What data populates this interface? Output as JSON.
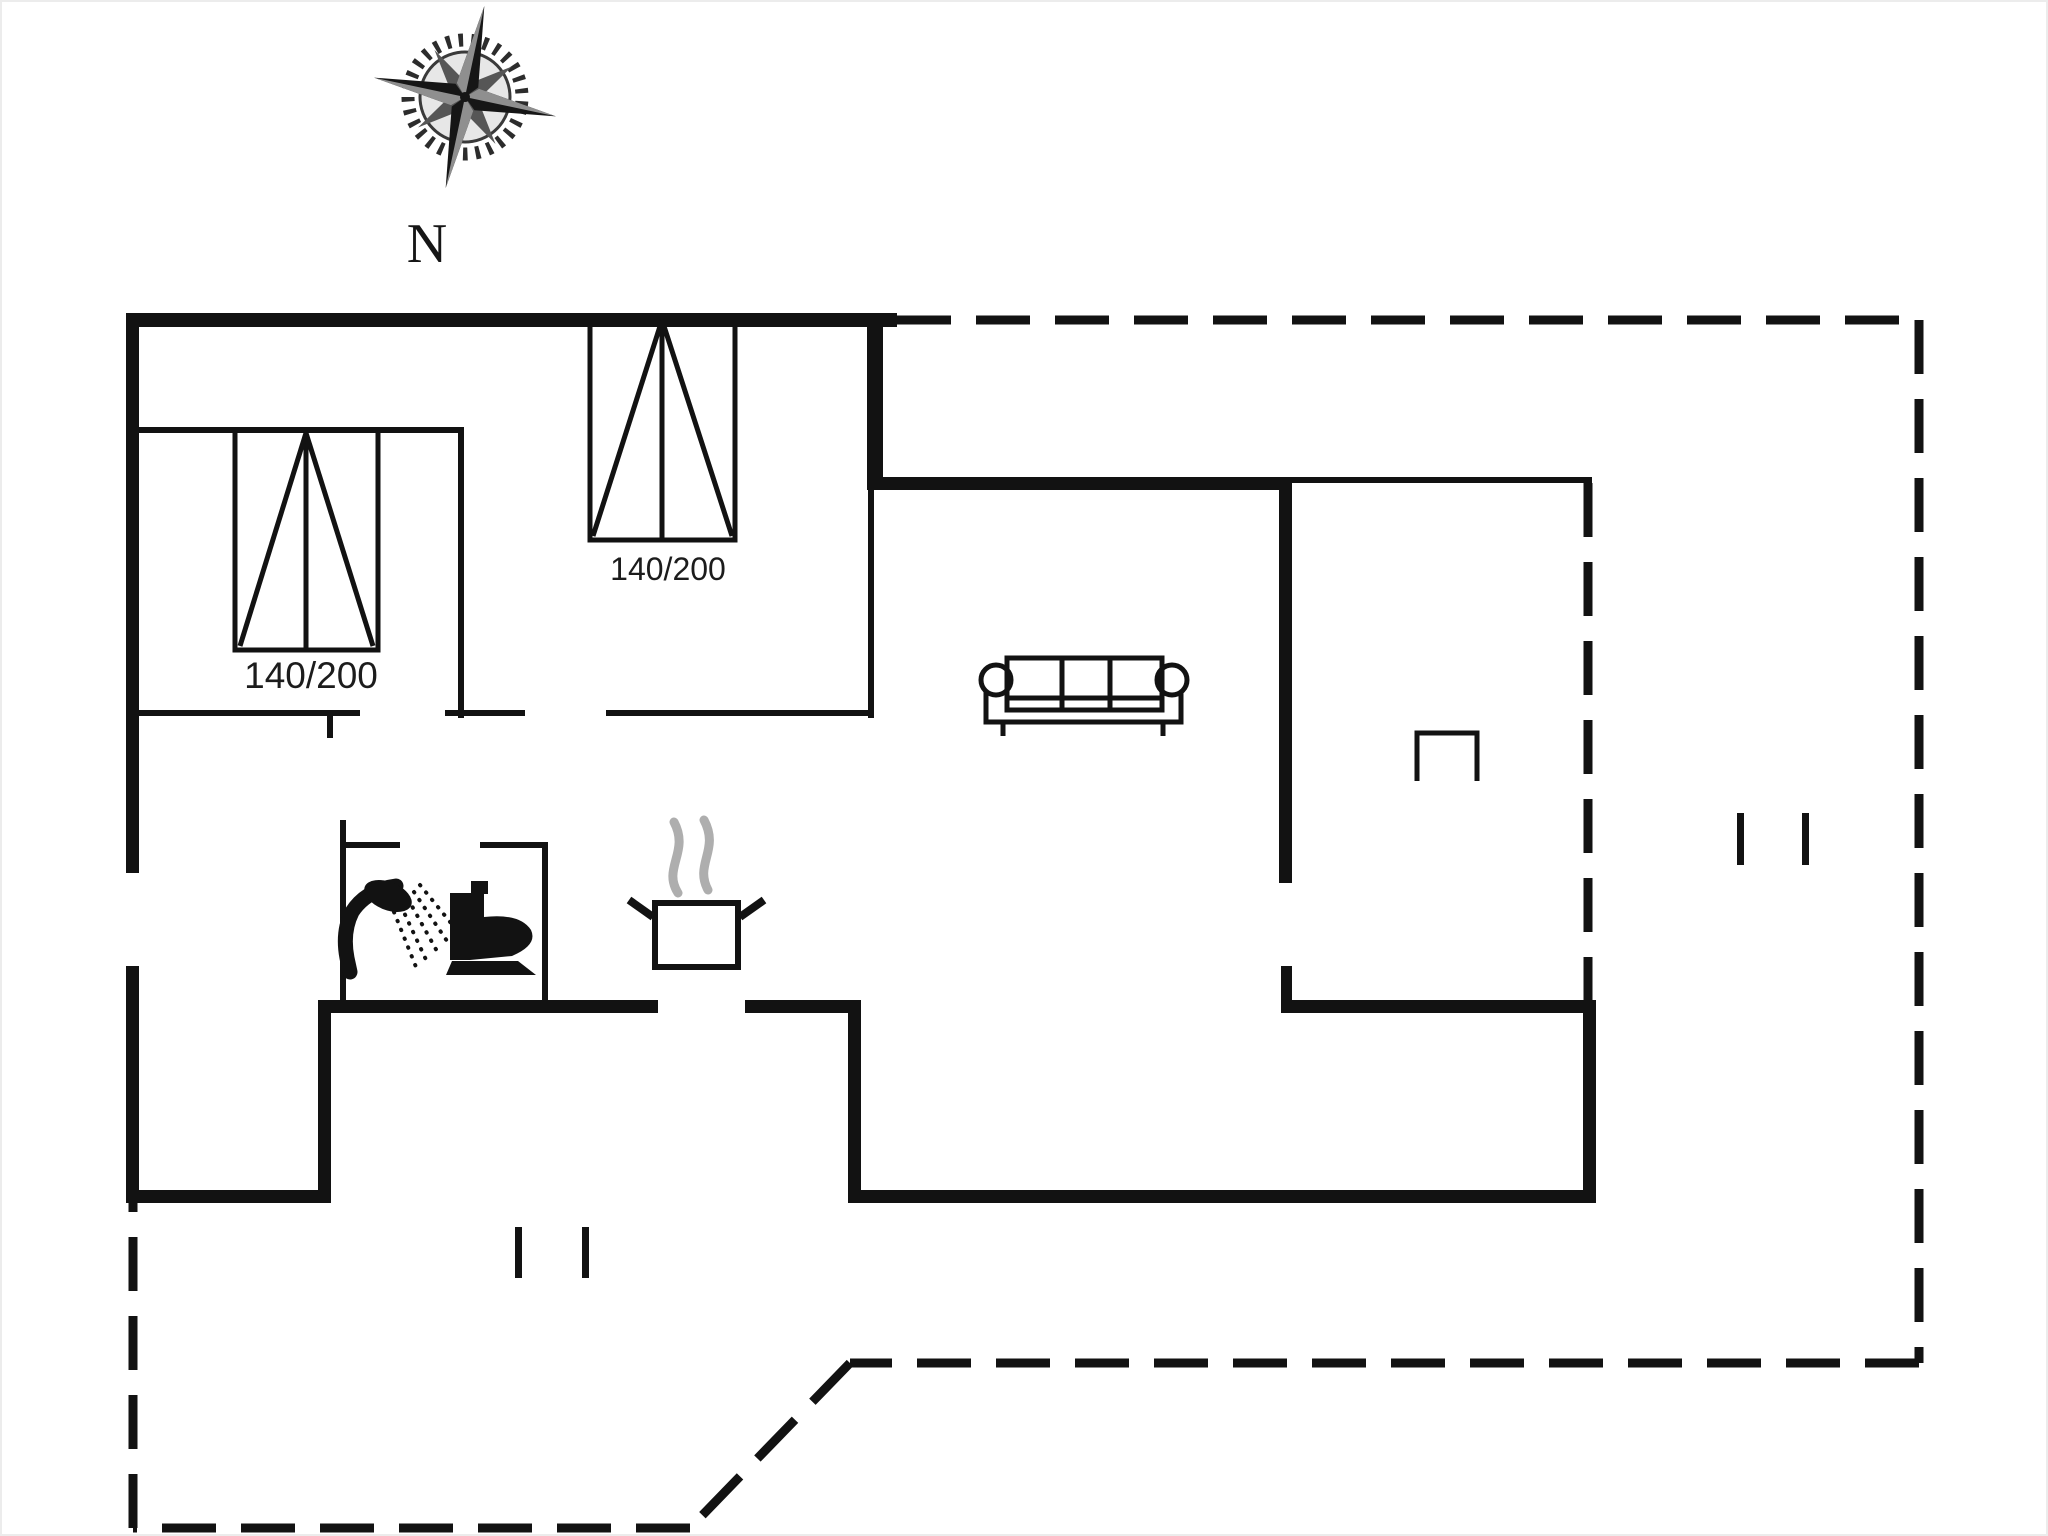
{
  "page": {
    "background": "#ffffff",
    "frame_color": "#ececec"
  },
  "floorplan": {
    "compass": {
      "label": "N"
    },
    "beds": {
      "bed1_label": "140/200",
      "bed2_label": "140/200"
    },
    "colors": {
      "wall": "#121212",
      "steam": "#aeaeae",
      "label": "#1c1c1c",
      "compass_dark": "#161616",
      "compass_mid": "#8f8f8f"
    },
    "boundary_style": "dashed"
  }
}
